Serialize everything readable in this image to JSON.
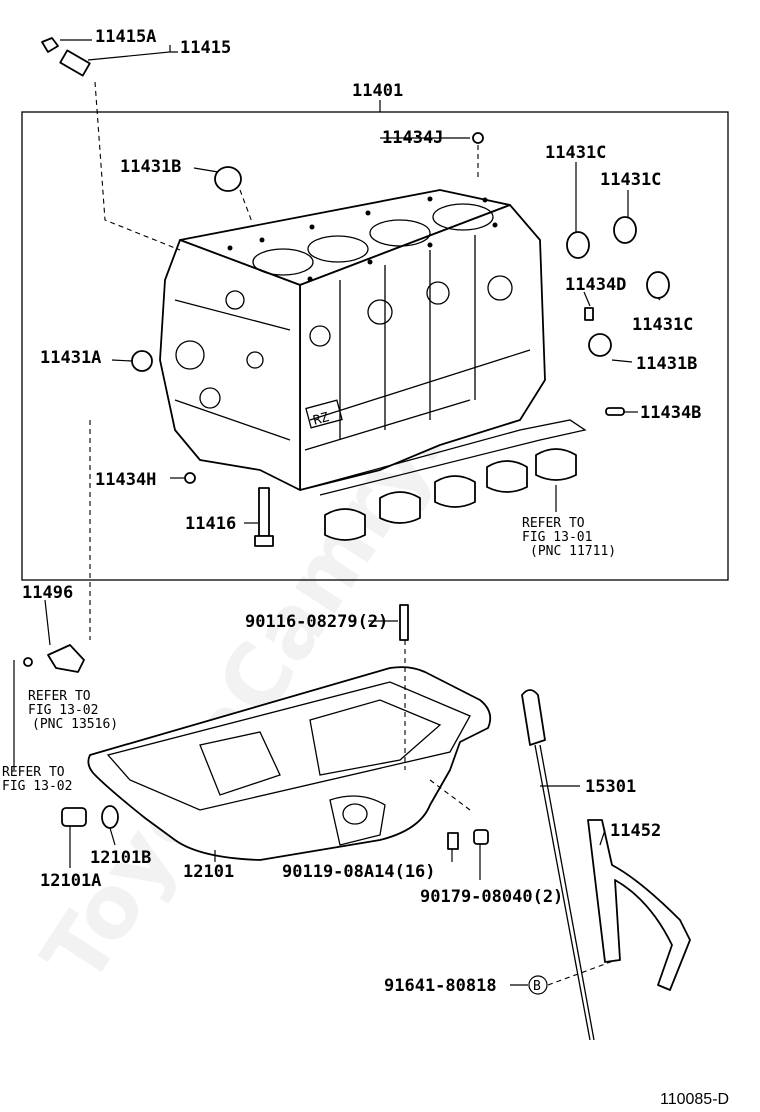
{
  "watermark": "ToyotaCamry.ru",
  "figure_id": "110085-D",
  "parts": {
    "p11415A": "11415A",
    "p11415": "11415",
    "p11401": "11401",
    "p11434J": "11434J",
    "p11431B_top": "11431B",
    "p11431C_1": "11431C",
    "p11431C_2": "11431C",
    "p11434D": "11434D",
    "p11431C_3": "11431C",
    "p11431B_right": "11431B",
    "p11431A": "11431A",
    "p11434B": "11434B",
    "p11434H": "11434H",
    "p11416": "11416",
    "p11496": "11496",
    "p90116": "90116-08279(2)",
    "p15301": "15301",
    "p11452": "11452",
    "p12101B": "12101B",
    "p12101A": "12101A",
    "p12101": "12101",
    "p90119": "90119-08A14(16)",
    "p90179": "90179-08040(2)",
    "p91641": "91641-80818",
    "callout_b": "B"
  },
  "refer_notes": {
    "bearing": [
      "REFER TO",
      "FIG 13-01",
      "(PNC 11711)"
    ],
    "bracket": [
      "REFER TO",
      "FIG 13-02",
      "(PNC 13516)"
    ],
    "side": [
      "REFER TO",
      "FIG 13-02"
    ]
  },
  "icons": [
    "cylinder-block-drawing",
    "oil-pan-drawing",
    "oil-dipstick-drawing",
    "dipstick-guide-drawing"
  ]
}
